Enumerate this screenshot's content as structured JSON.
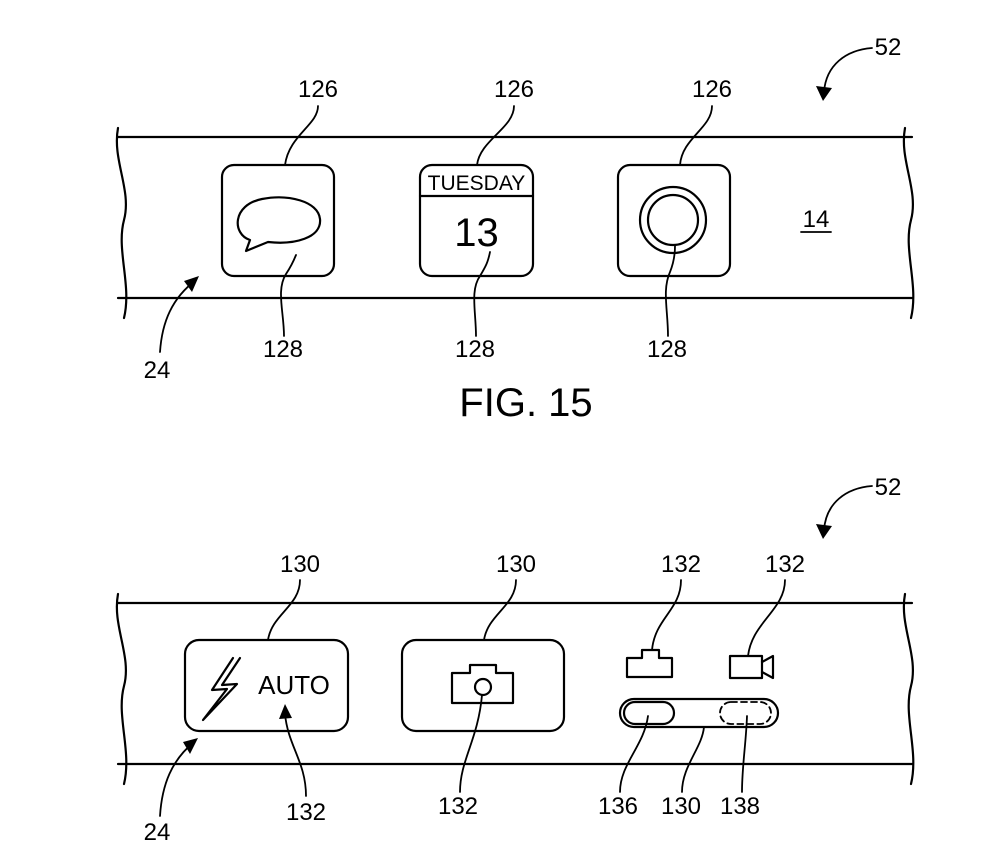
{
  "figures": [
    {
      "caption": "FIG. 15",
      "refs": {
        "device": "52",
        "band": "24",
        "surface": "14",
        "button": "126",
        "icon": "128"
      },
      "calendar": {
        "day": "TUESDAY",
        "date": "13"
      },
      "buttons": [
        {
          "icon": "speech-bubble-icon"
        },
        {
          "icon": "calendar-icon"
        },
        {
          "icon": "ring-icon"
        }
      ]
    },
    {
      "caption": "",
      "refs": {
        "device": "52",
        "band": "24",
        "button": "130",
        "icon": "132",
        "slider_thumb": "136",
        "slider_track": "130",
        "slider_alt_position": "138"
      },
      "flash_label": "AUTO",
      "buttons": [
        {
          "icon": "lightning-bolt-icon"
        },
        {
          "icon": "camera-icon"
        }
      ],
      "slider_icons": [
        "camera-icon",
        "video-camera-icon"
      ]
    }
  ]
}
